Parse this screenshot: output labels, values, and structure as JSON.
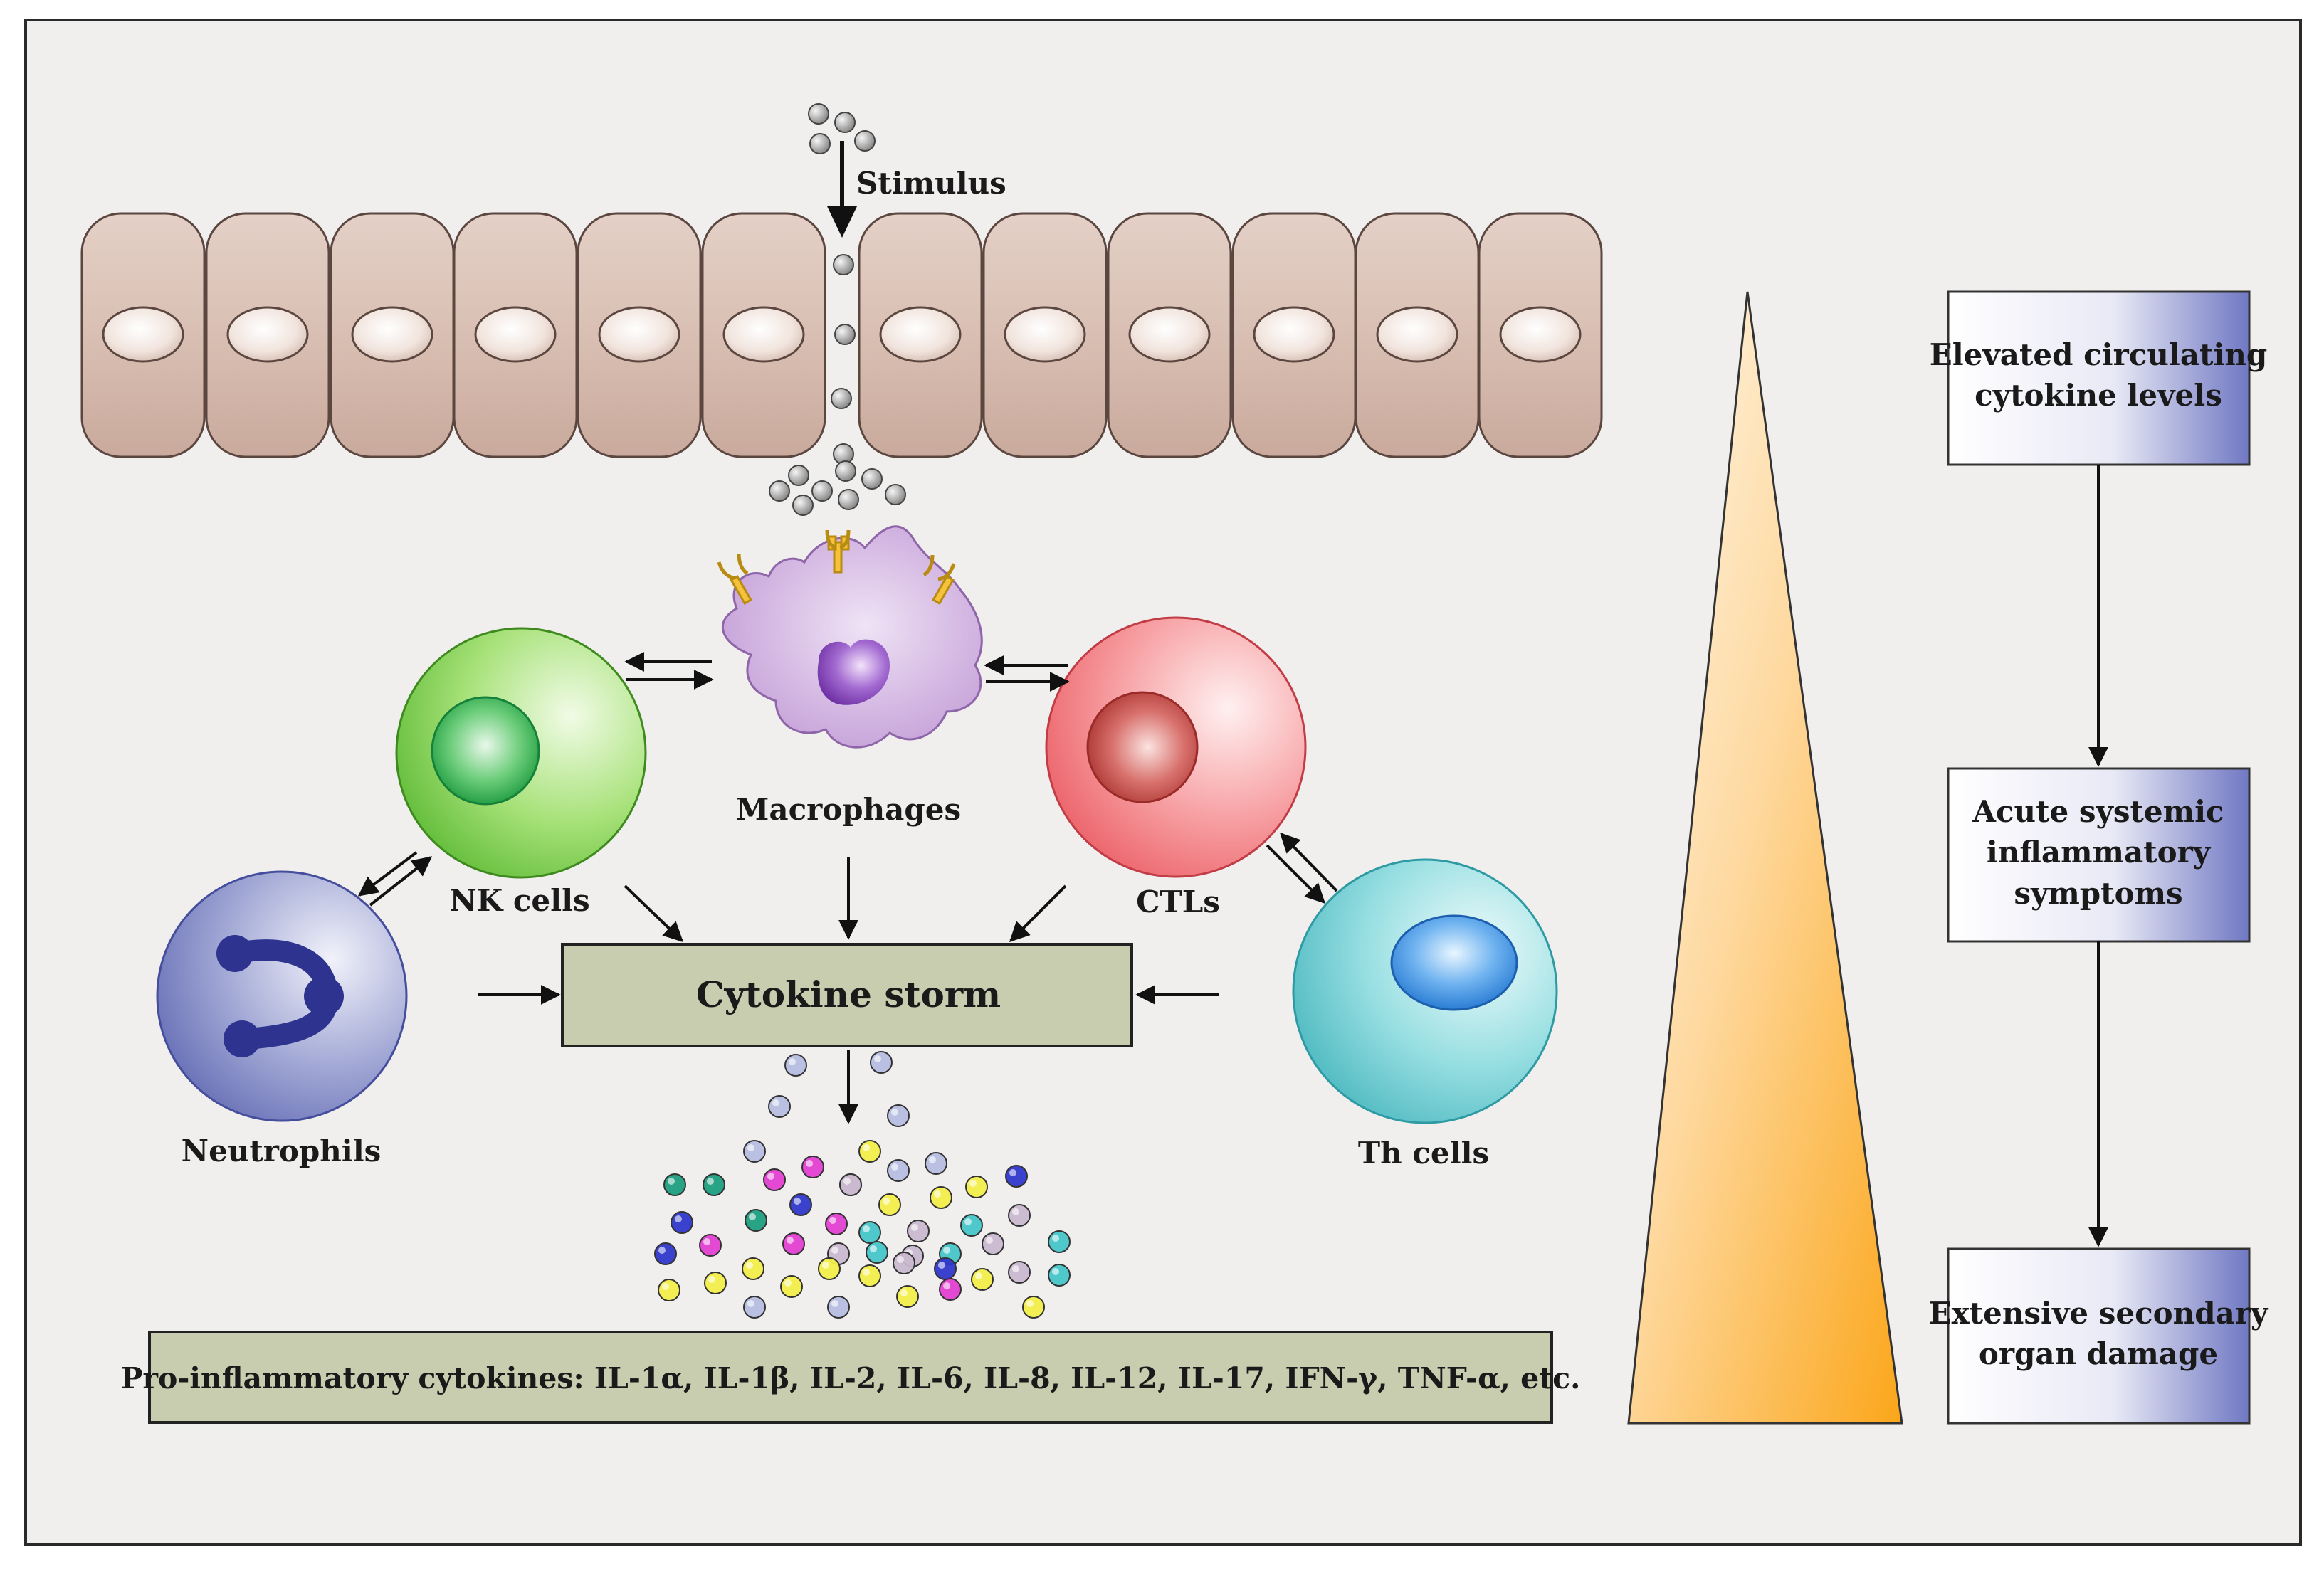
{
  "labels": {
    "stimulus": "Stimulus",
    "macrophages": "Macrophages",
    "nk_cells": "NK cells",
    "ctls": "CTLs",
    "neutrophils": "Neutrophils",
    "th_cells": "Th cells",
    "cytokine_storm": "Cytokine storm",
    "pro_inflammatory": "Pro-inflammatory cytokines: IL-1α, IL-1β, IL-2, IL-6, IL-8, IL-12, IL-17, IFN-γ, TNF-α, etc."
  },
  "progression": [
    {
      "line1": "Elevated circulating",
      "line2": "cytokine levels",
      "line3": ""
    },
    {
      "line1": "Acute systemic",
      "line2": "inflammatory",
      "line3": "symptoms"
    },
    {
      "line1": "Extensive secondary",
      "line2": "organ damage",
      "line3": ""
    }
  ],
  "colors": {
    "background": "#f0efee",
    "epithelium": "#dcc3b8",
    "nk_cell": "#7bd142",
    "ctl_cell": "#f2777d",
    "neutrophil": "#6b75bb",
    "th_cell": "#5fc9cf",
    "macrophage": "#c6a2d9",
    "storm_box": "#c8cdb0",
    "triangle_top": "#fff6e6",
    "triangle_bottom": "#fba91e",
    "box_gradient_end": "#6f76c2",
    "cytokine_palette": [
      "#1c9e7e",
      "#e23fd1",
      "#f2ee49",
      "#b5bde0",
      "#2f37c9",
      "#46c5c9",
      "#c9b8cf"
    ]
  }
}
